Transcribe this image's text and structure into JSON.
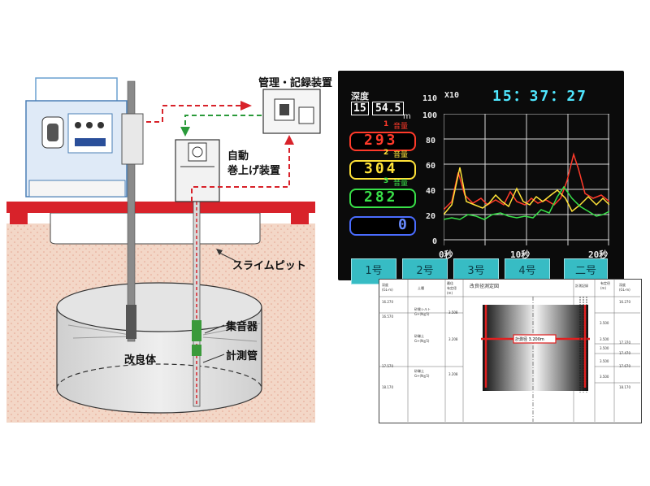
{
  "labels": {
    "management": "管理・記録装置",
    "auto_winder": "自動\n巻上げ装置",
    "slime_pit": "スライムピット",
    "collector": "集音器",
    "measure_tube": "計測管",
    "improved_body": "改良体"
  },
  "monitor": {
    "time": "15：37：27",
    "depth_label": "深度",
    "depth_value": "15",
    "depth_decimal": "54.5",
    "unit_m": "m",
    "unit_x10": "X10",
    "sensors": [
      {
        "label": "1",
        "unit": "音量",
        "value": "293",
        "color": "#ff3a2a"
      },
      {
        "label": "2",
        "unit": "音量",
        "value": "304",
        "color": "#ffe238"
      },
      {
        "label": "3",
        "unit": "音量",
        "value": "282",
        "color": "#38e048"
      },
      {
        "label": "",
        "unit": "",
        "value": "0",
        "color": "#4a6cff"
      }
    ],
    "y_ticks": [
      "110",
      "100",
      "80",
      "60",
      "40",
      "20",
      "0"
    ],
    "x_ticks": [
      "0秒",
      "10秒",
      "20秒"
    ],
    "tabs": [
      "1号",
      "2号",
      "3号",
      "4号",
      "二号"
    ]
  },
  "report": {
    "title": "改良径測定図",
    "headers": [
      "深度\n(GL-m)",
      "土種",
      "最佳\n有定径\n(m)",
      "改良径測定図",
      "計測記録",
      "有定径\n(m)",
      "深度\n(GL-m)"
    ],
    "left_depths": [
      "16.270",
      "16.570",
      "17.570",
      "18.170"
    ],
    "soils": [
      "砂質シルト\nG+(N≦5)",
      "砂礫土\nG+(N≦5)",
      "砂礫土\nG+(N≦5)"
    ],
    "design_dias": [
      "3.508",
      "3.208",
      "3.208"
    ],
    "callout": "計測径 3.200m",
    "right_dias": [
      "3.500",
      "3.500",
      "3.500",
      "3.500",
      "3.500"
    ],
    "right_depths": [
      "16.270",
      "17.370",
      "17.470",
      "17.670",
      "18.170"
    ]
  }
}
